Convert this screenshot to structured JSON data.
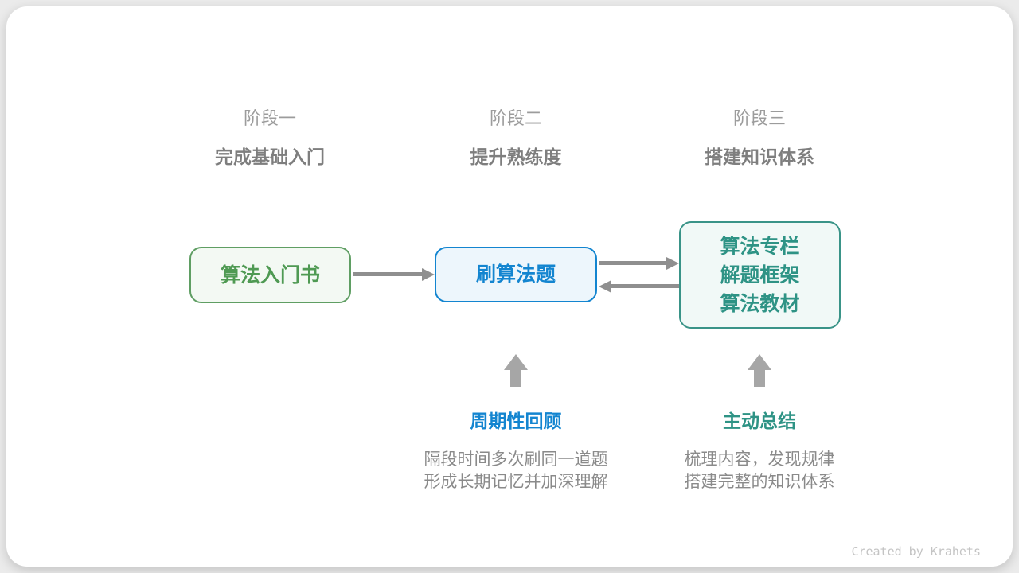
{
  "stages": [
    {
      "label": "阶段一",
      "subtitle": "完成基础入门"
    },
    {
      "label": "阶段二",
      "subtitle": "提升熟练度"
    },
    {
      "label": "阶段三",
      "subtitle": "搭建知识体系"
    }
  ],
  "nodes": {
    "intro_book": {
      "label": "算法入门书"
    },
    "practice": {
      "label": "刷算法题"
    },
    "resources": {
      "lines": [
        "算法专栏",
        "解题框架",
        "算法教材"
      ]
    }
  },
  "annotations": {
    "review": {
      "title": "周期性回顾",
      "line1": "隔段时间多次刷同一道题",
      "line2": "形成长期记忆并加深理解"
    },
    "summarize": {
      "title": "主动总结",
      "line1": "梳理内容，发现规律",
      "line2": "搭建完整的知识体系"
    }
  },
  "credit": "Created by Krahets",
  "colors": {
    "page_background": "#ebebeb",
    "card_background": "#ffffff",
    "green_border": "#5f9e63",
    "green_text": "#4f9a53",
    "green_fill": "#f3f9f3",
    "blue_border": "#1385d0",
    "blue_text": "#1385d0",
    "blue_fill": "#edf6fc",
    "teal_border": "#3a9488",
    "teal_text": "#2e9385",
    "teal_fill": "#f1f9f7",
    "connector_arrow": "#8f8f8f",
    "block_arrow": "#a6a6a6",
    "stage_label": "#9c9c9c",
    "stage_subtitle": "#7e7e7e",
    "body_text": "#8a8a8a",
    "credit_text": "#c4c4c4"
  }
}
